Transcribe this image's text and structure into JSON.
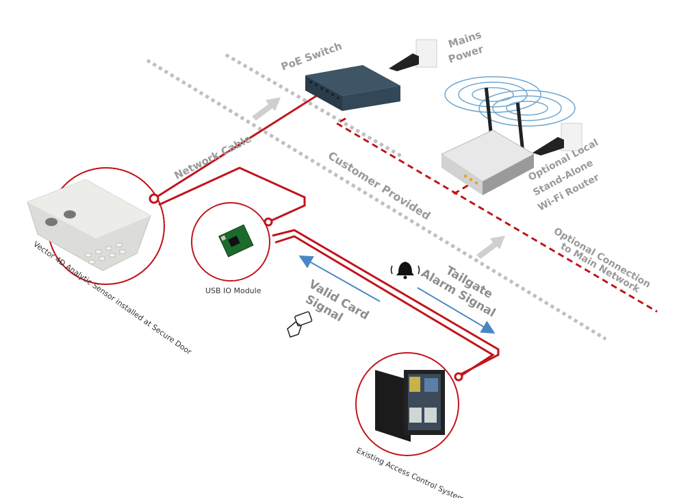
{
  "labels": {
    "poe_switch": "PoE Switch",
    "mains_power_1": "Mains",
    "mains_power_2": "Power",
    "network_cable": "Network Cable",
    "customer_provided": "Customer Provided",
    "optional_router_1": "Optional Local",
    "optional_router_2": "Stand-Alone",
    "optional_router_3": "Wi-Fi Router",
    "optional_connection_1": "Optional Connection",
    "optional_connection_2": "to Main Network",
    "sensor": "Vector 4D Analytic Sensor installed at Secure Door",
    "usb_io": "USB IO Module",
    "valid_card_1": "Valid Card",
    "valid_card_2": "Signal",
    "tailgate_1": "Tailgate",
    "tailgate_2": "Alarm Signal",
    "access_control": "Existing Access Control System"
  },
  "colors": {
    "cable_red": "#c0141b",
    "signal_blue": "#4a86c5",
    "divider_gray": "#bdbdbd",
    "label_gray": "#9a9a9a"
  },
  "icons": [
    "bell-icon",
    "card-icon",
    "plug-icon",
    "wifi-waves-icon"
  ]
}
